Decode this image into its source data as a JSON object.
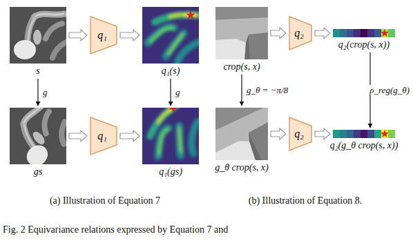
{
  "diagram": {
    "caption": "Fig. 2 Equivariance relations expressed by Equation 7 and",
    "nodes": [
      {
        "text": [
          "s"
        ]
      },
      {
        "text": [
          "q₁"
        ]
      },
      {
        "text": [
          "q₁(s)"
        ]
      },
      {
        "text": [
          "gs"
        ]
      },
      {
        "text": [
          "q₁"
        ]
      },
      {
        "text": [
          "q₁(gs)"
        ]
      },
      {
        "text": [
          "crop(s, x)"
        ]
      },
      {
        "text": [
          "q₂"
        ]
      },
      {
        "text": [
          "q₂(crop(s, x))"
        ]
      },
      {
        "text": [
          "g_θ crop(s, x)"
        ]
      },
      {
        "text": [
          "q₂"
        ]
      },
      {
        "text": [
          "q₂(g_θ crop(s, x))"
        ]
      }
    ],
    "edges": [
      {
        "from": 0,
        "to": 1,
        "arrow": "to"
      },
      {
        "from": 1,
        "to": 2,
        "arrow": "to"
      },
      {
        "from": 0,
        "to": 3,
        "arrow": "to",
        "label": "g"
      },
      {
        "from": 2,
        "to": 5,
        "arrow": "to",
        "label": "g"
      },
      {
        "from": 3,
        "to": 4,
        "arrow": "to"
      },
      {
        "from": 4,
        "to": 5,
        "arrow": "to"
      },
      {
        "from": 6,
        "to": 7,
        "arrow": "to"
      },
      {
        "from": 7,
        "to": 8,
        "arrow": "to"
      },
      {
        "from": 6,
        "to": 9,
        "arrow": "to",
        "label": "g_θ = −π/8"
      },
      {
        "from": 8,
        "to": 11,
        "arrow": "to",
        "label": "ρ_reg(g_θ)"
      },
      {
        "from": 9,
        "to": 10,
        "arrow": "to"
      },
      {
        "from": 10,
        "to": 11,
        "arrow": "to"
      }
    ],
    "labels": [
      "(a) Illustration of Equation 7",
      "(b) Illustration of Equation 8."
    ]
  }
}
